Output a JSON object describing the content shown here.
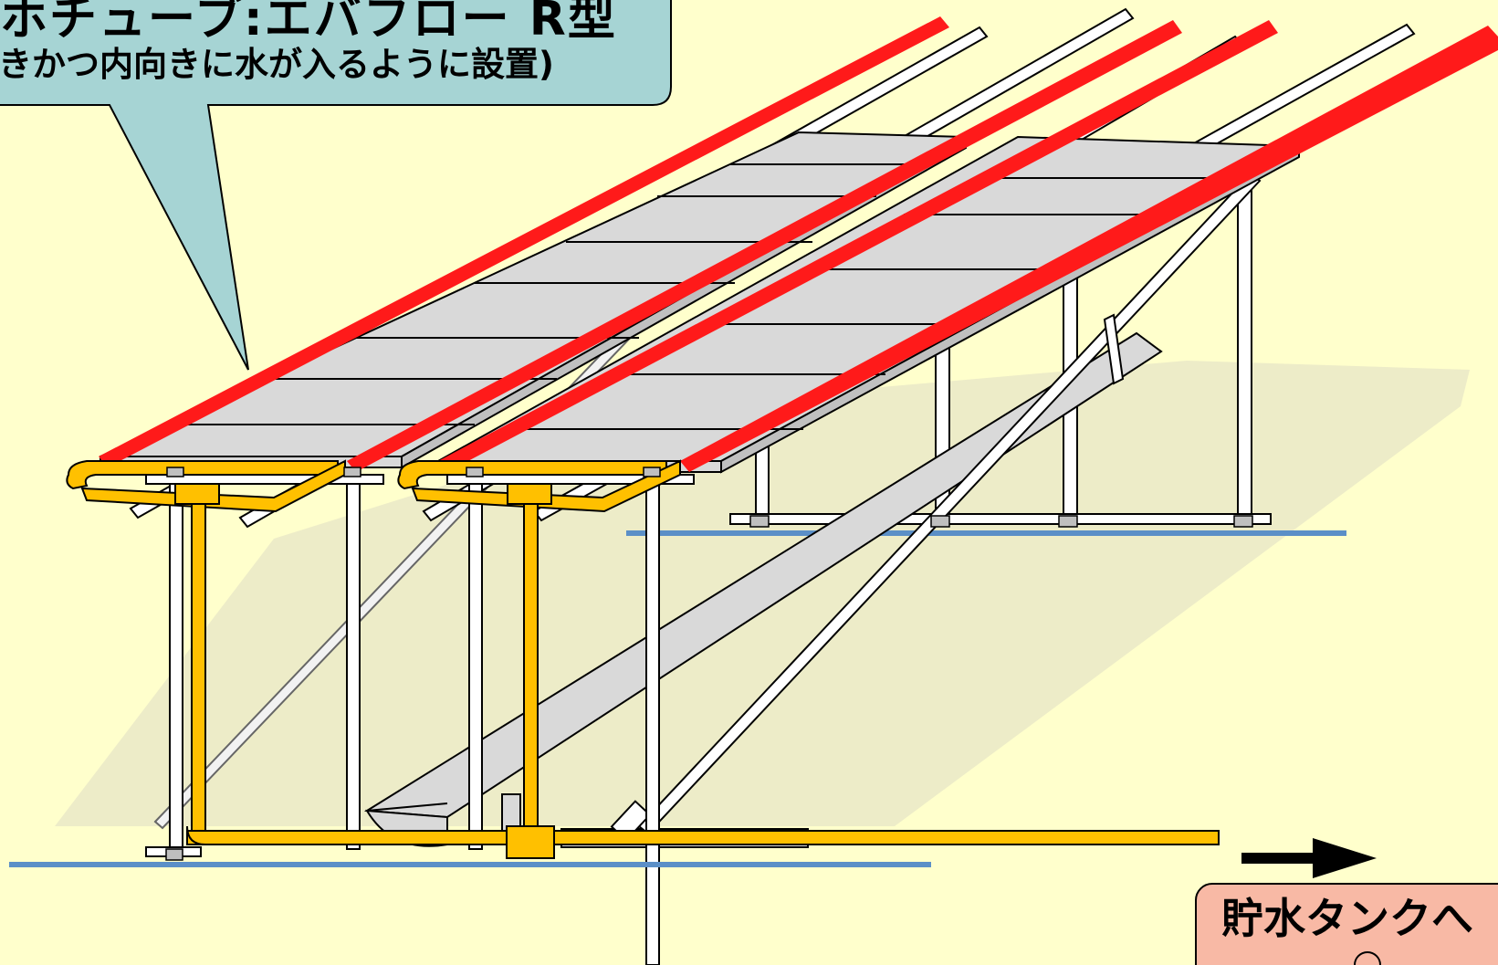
{
  "callout": {
    "line1": "ホチューブ:エバフロー R型",
    "line2": "きかつ内向きに水が入るように設置)"
  },
  "tank_box": {
    "label": "貯水タンクへ"
  },
  "colors": {
    "background": "#ffffcc",
    "callout_fill": "#a6d4d4",
    "tube_red": "#ff1a1a",
    "pipe_yellow": "#ffc000",
    "panel_gray": "#d9d9d9",
    "frame_white": "#ffffff",
    "ground_blue": "#5b8fc7",
    "tank_box_fill": "#f8b9a5"
  },
  "icons": {
    "arrow": "right-arrow-icon"
  }
}
